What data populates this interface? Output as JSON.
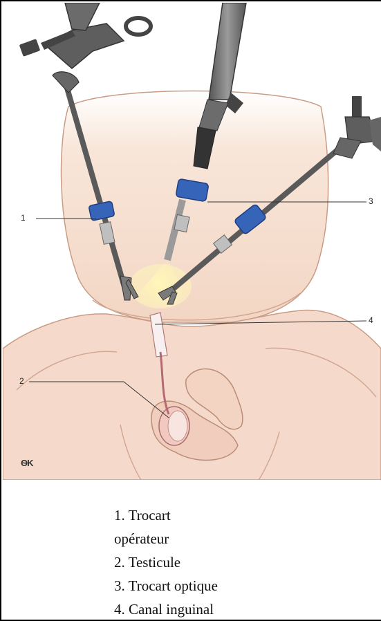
{
  "callouts": {
    "c1": "1",
    "c2": "2",
    "c3": "3",
    "c4": "4"
  },
  "legend": {
    "line1": "1. Trocart",
    "line2": "opérateur",
    "line3": "2. Testicule",
    "line4": "3. Trocart optique",
    "line5": "4. Canal inguinal"
  },
  "signature": "ѲK",
  "colors": {
    "skin": "#f6dccc",
    "skin_shade": "#e9bfa9",
    "instrument": "#6e6e6e",
    "trocar": "#3564b8",
    "light": "#fff3b0",
    "testicle": "#f2c9c0"
  }
}
